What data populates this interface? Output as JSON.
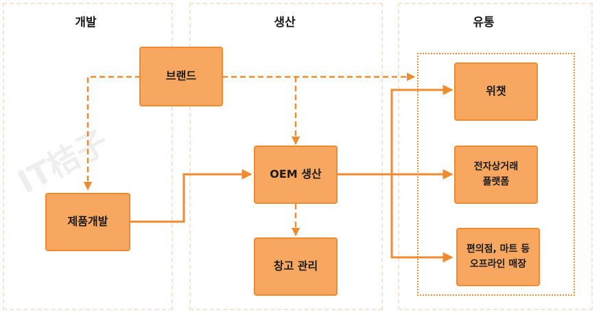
{
  "columns": [
    {
      "title": "개발"
    },
    {
      "title": "생산"
    },
    {
      "title": "유통"
    }
  ],
  "nodes": {
    "brand": "브랜드",
    "product_dev": "제품개발",
    "oem": "OEM 생산",
    "warehouse": "창고 관리",
    "wechat": "위챗",
    "ecommerce_line1": "전자상거래",
    "ecommerce_line2": "플랫폼",
    "offline_line1": "편의점, 마트 등",
    "offline_line2": "오프라인 매장"
  },
  "colors": {
    "box_fill": "#f7a760",
    "box_border": "#f08a2e",
    "arrow": "#f08a2e",
    "column_border": "#f9e2d0"
  }
}
